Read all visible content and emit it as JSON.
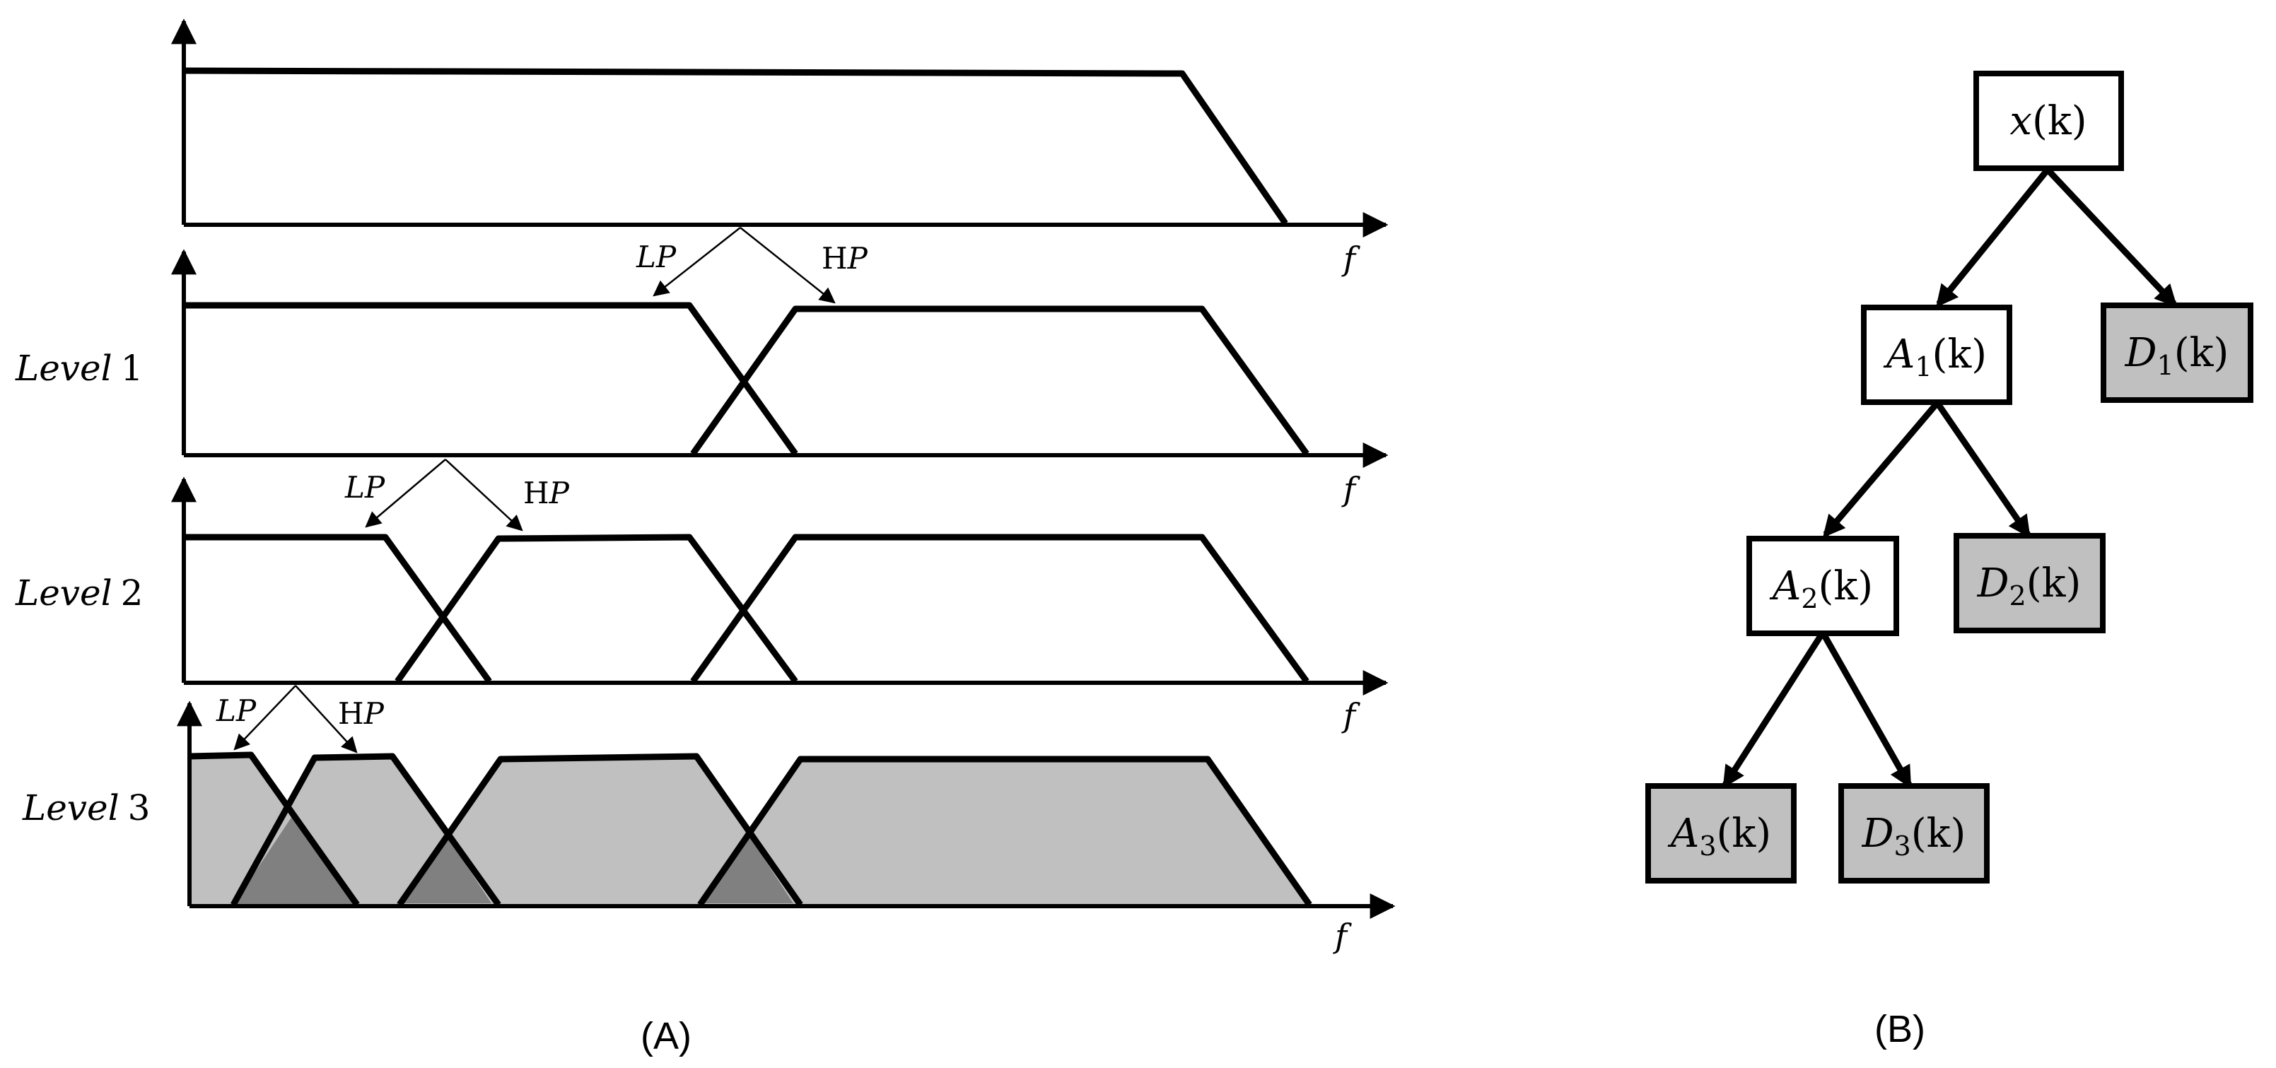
{
  "panel_a": {
    "caption": "(A)",
    "axis_label": "f",
    "levels": [
      {
        "label": "Level",
        "number": "1"
      },
      {
        "label": "Level",
        "number": "2"
      },
      {
        "label": "Level",
        "number": "3"
      }
    ],
    "filters": {
      "lowpass": "LP",
      "highpass_prefix": "H",
      "highpass_suffix": "P"
    }
  },
  "panel_b": {
    "caption": "(B)",
    "nodes": [
      {
        "id": "x",
        "name": "x",
        "sub": "",
        "arg": "(k)",
        "shaded": false
      },
      {
        "id": "A1",
        "name": "A",
        "sub": "1",
        "arg": "(k)",
        "shaded": false
      },
      {
        "id": "D1",
        "name": "D",
        "sub": "1",
        "arg": "(k)",
        "shaded": true
      },
      {
        "id": "A2",
        "name": "A",
        "sub": "2",
        "arg": "(k)",
        "shaded": false
      },
      {
        "id": "D2",
        "name": "D",
        "sub": "2",
        "arg": "(k)",
        "shaded": true
      },
      {
        "id": "A3",
        "name": "A",
        "sub": "3",
        "arg": "(k)",
        "shaded": true
      },
      {
        "id": "D3",
        "name": "D",
        "sub": "3",
        "arg": "(k)",
        "shaded": true
      }
    ]
  },
  "colors": {
    "shade": "#c0c0c0",
    "overlap": "#808080",
    "stroke": "#000000"
  }
}
